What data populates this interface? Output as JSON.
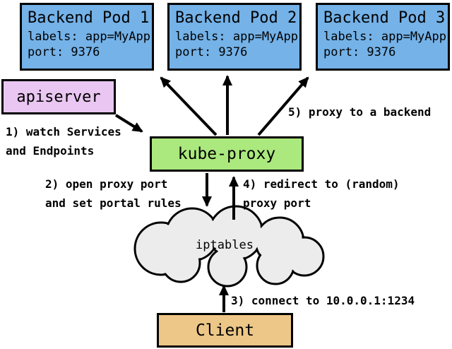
{
  "diagram": {
    "nodes": {
      "pods": [
        {
          "title": "Backend Pod 1",
          "labels_line": "labels: app=MyApp",
          "port_line": "port: 9376"
        },
        {
          "title": "Backend Pod 2",
          "labels_line": "labels: app=MyApp",
          "port_line": "port: 9376"
        },
        {
          "title": "Backend Pod 3",
          "labels_line": "labels: app=MyApp",
          "port_line": "port: 9376"
        }
      ],
      "apiserver": {
        "label": "apiserver"
      },
      "kube_proxy": {
        "label": "kube-proxy"
      },
      "iptables": {
        "label": "iptables"
      },
      "client": {
        "label": "Client"
      }
    },
    "steps": [
      {
        "lines": [
          "1) watch Services",
          "and Endpoints"
        ]
      },
      {
        "lines": [
          "2) open proxy port",
          "and set portal rules"
        ]
      },
      {
        "lines": [
          "3) connect to 10.0.0.1:1234"
        ]
      },
      {
        "lines": [
          "4) redirect to (random)",
          "proxy port"
        ]
      },
      {
        "lines": [
          "5) proxy to a backend"
        ]
      }
    ],
    "colors": {
      "pod_fill": "#74B2E8",
      "apiserver_fill": "#EAC6F2",
      "kube_proxy_fill": "#ABE87E",
      "iptables_fill": "#ECECEC",
      "client_fill": "#EDC787",
      "border": "#000000"
    }
  }
}
